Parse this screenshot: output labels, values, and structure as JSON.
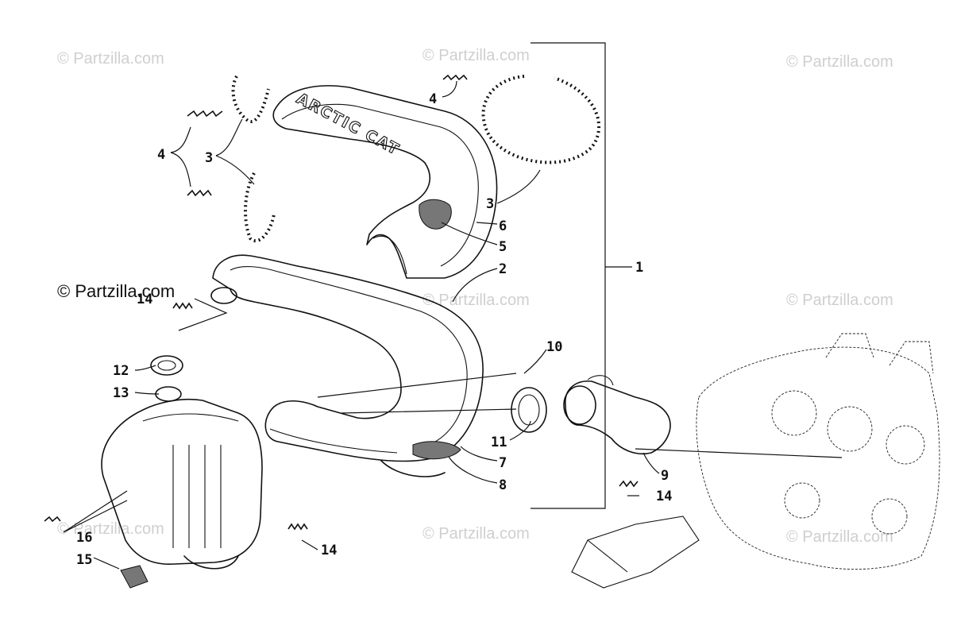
{
  "watermarks": {
    "wm1": "© Partzilla.com",
    "wm2": "© Partzilla.com",
    "wm3": "© Partzilla.com",
    "wm4": "© Partzilla.com",
    "wm5": "© Partzilla.com",
    "wm6": "© Partzilla.com",
    "wm7": "© Partzilla.com",
    "wm8": "© Partzilla.com",
    "wm_dark": "© Partzilla.com"
  },
  "logo_text": "ARCTIC CAT",
  "callouts": {
    "c1": "1",
    "c2": "2",
    "c3a": "3",
    "c3b": "3",
    "c4a": "4",
    "c4b": "4",
    "c5": "5",
    "c6": "6",
    "c7": "7",
    "c8": "8",
    "c9": "9",
    "c10": "10",
    "c11": "11",
    "c12": "12",
    "c13": "13",
    "c14a": "14",
    "c14b": "14",
    "c14c": "14",
    "c15": "15",
    "c16": "16"
  },
  "colors": {
    "line": "#111111",
    "watermark": "#cfcfcf",
    "background": "#ffffff"
  }
}
